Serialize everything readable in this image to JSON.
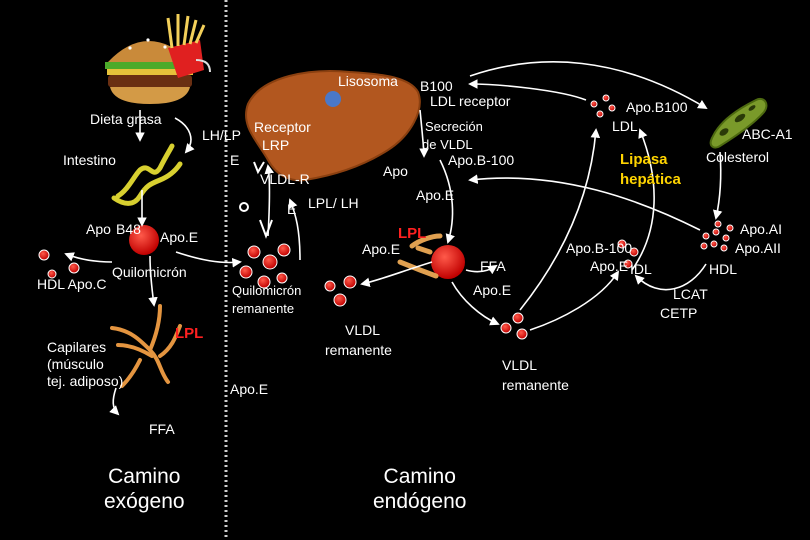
{
  "colors": {
    "background": "#000000",
    "liver": "#b2571f",
    "liver_outline": "#8b4010",
    "particle": "#e8140e",
    "arrow": "#ffffff",
    "lpl_text": "#ff2020",
    "lipasa_text": "#ffd400",
    "lisosoma_dot": "#4a78c8",
    "intestine": "#d8d030",
    "capillaries": "#e49540",
    "hdl_cell": "#7a9a2a"
  },
  "icons": [
    "hamburger-icon",
    "fries-icon",
    "intestine-icon",
    "liver-icon",
    "capillaries-icon",
    "hdl-cell-icon",
    "receptor-icon"
  ],
  "labels": {
    "lisosoma": "Lisosoma",
    "b100_top": "B100",
    "ldl_receptor": "LDL receptor",
    "dieta_grasa": "Dieta grasa",
    "intestino": "Intestino",
    "receptor": "Receptor",
    "lh_lp": "LH/LP",
    "lrp": "LRP",
    "e_left": "E",
    "vldl_r": "VLDL-R",
    "e_vldlr": "E",
    "lpl_lh": "LPL/ LH",
    "secrecion": "Secreción",
    "de_vldl": "de VLDL",
    "apo_small": "Apo",
    "apob100_mid": "Apo.B-100",
    "apoe_mid": "Apo.E",
    "apob48_apo": "Apo",
    "apob48_num": "B48",
    "apoe_chylo": "Apo.E",
    "hdl_apoc": "HDL Apo.C",
    "quilomicron": "Quilomicrón",
    "quilomicron_rem_1": "Quilomicrón",
    "quilomicron_rem_2": "remanente",
    "lpl_center": "LPL",
    "apoe_center": "Apo.E",
    "ffa_right": "FFA",
    "apoe_right": "Apo.E",
    "vldl_rem_center_1": "VLDL",
    "vldl_rem_center_2": "remanente",
    "capilares": "Capilares\n(músculo\ntej. adiposo)",
    "lpl_cap": "LPL",
    "ffa_bottom": "FFA",
    "apoe_bottom": "Apo.E",
    "vldl_rem_right_1": "VLDL",
    "vldl_rem_right_2": "remanente",
    "apob100_ldl_top": "Apo.B100",
    "ldl_top": "LDL",
    "lipasa_1": "Lipasa",
    "lipasa_2": "hepática",
    "abc_a1": "ABC-A1",
    "colesterol": "Colesterol",
    "apob100_idl": "Apo.B-100",
    "apoe_idl": "Apo.E",
    "idl": "IDL",
    "apoai": "Apo.AI",
    "apoaii": "Apo.AII",
    "hdl": "HDL",
    "lcat": "LCAT",
    "cetp": "CETP",
    "camino_exogeno": "Camino\nexógeno",
    "camino_endogeno": "Camino\nendógeno"
  }
}
